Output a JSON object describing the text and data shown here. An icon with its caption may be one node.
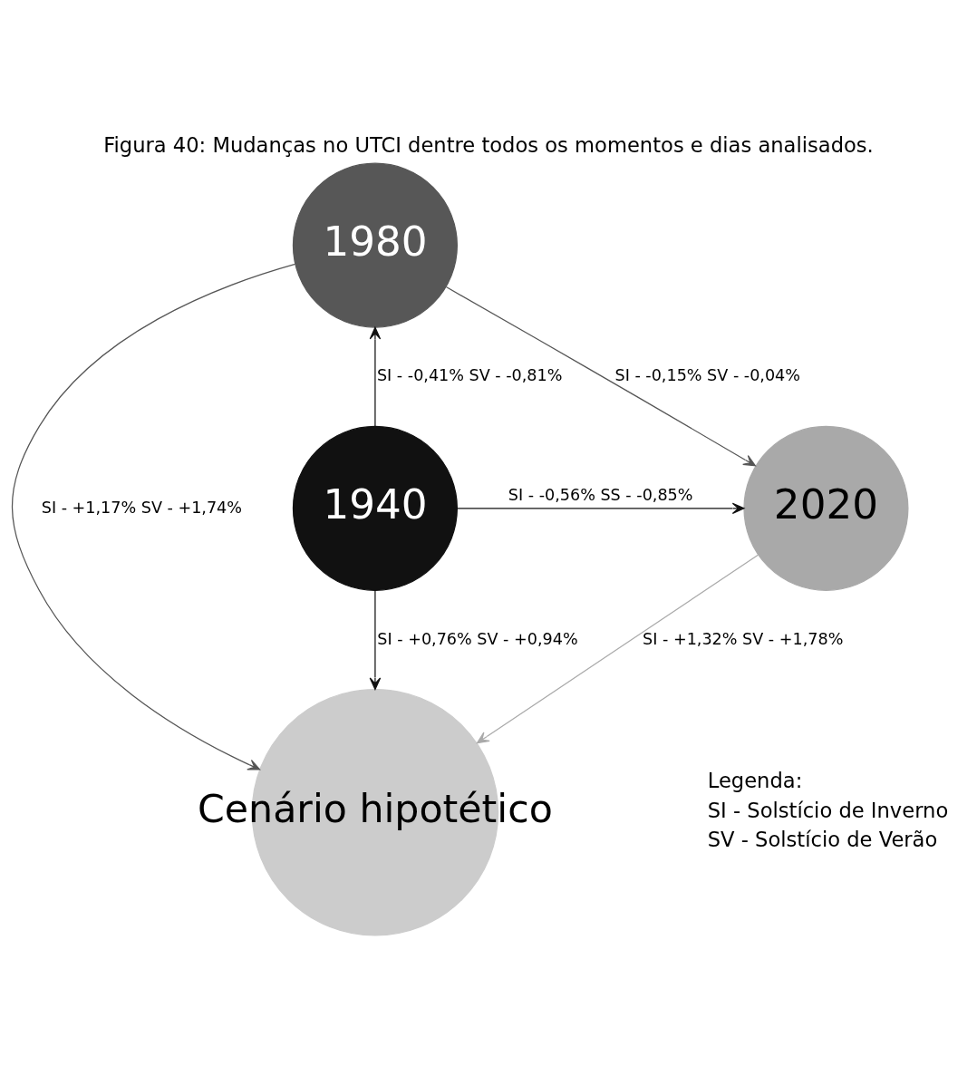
{
  "diagram": {
    "title": "Figura 40: Mudanças no UTCI dentre todos os momentos e dias analisados.",
    "nodes": [
      {
        "text": [
          "1980"
        ]
      },
      {
        "text": [
          "1940"
        ]
      },
      {
        "text": [
          "2020"
        ]
      },
      {
        "text": [
          "Cenário hipotético"
        ]
      }
    ],
    "edges": [
      {
        "from": 1,
        "to": 0,
        "arrow": "to",
        "label": "SI - -0,41% SV - -0,81%"
      },
      {
        "from": 0,
        "to": 2,
        "arrow": "to",
        "label": "SI - -0,15% SV - -0,04%",
        "color": "#555555"
      },
      {
        "from": 1,
        "to": 2,
        "arrow": "to",
        "label": "SI - -0,56% SS - -0,85%"
      },
      {
        "from": 1,
        "to": 3,
        "arrow": "to",
        "label": "SI - +0,76% SV - +0,94%"
      },
      {
        "from": 0,
        "to": 3,
        "arrow": "to",
        "label": "SI - +1,17% SV - +1,74%",
        "color": "#555555"
      },
      {
        "from": 2,
        "to": 3,
        "arrow": "to",
        "label": "SI - +1,32% SV - +1,78%",
        "color": "#aaaaaa"
      }
    ],
    "labels": [
      "Legenda:",
      "SI - Solstício de Inverno",
      "SV - Solstício de Verão"
    ]
  }
}
